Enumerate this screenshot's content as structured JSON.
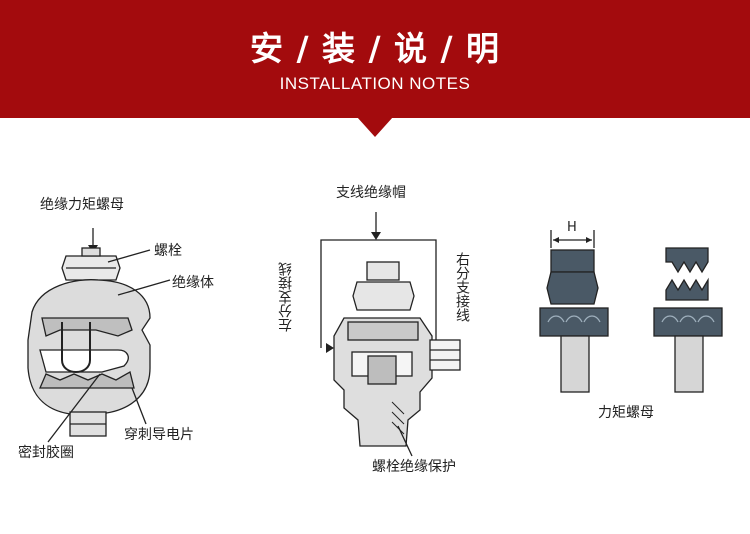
{
  "header": {
    "title": "安 / 装 / 说 / 明",
    "subtitle": "INSTALLATION NOTES"
  },
  "left_figure": {
    "torque_nut": "绝缘力矩螺母",
    "bolt": "螺栓",
    "insulator_body": "绝缘体",
    "piercing_blade": "穿刺导电片",
    "seal_gasket": "密封胶圈"
  },
  "middle_figure": {
    "branch_cap": "支线绝缘帽",
    "left_branch": "左分支接线",
    "right_branch": "右分支接线",
    "bolt_protection": "螺栓绝缘保护"
  },
  "right_figure": {
    "h_mark": "H",
    "torque_nut": "力矩螺母"
  },
  "colors": {
    "banner": "#a30b0d",
    "nut_dark": "#4a5966",
    "line": "#222222"
  }
}
